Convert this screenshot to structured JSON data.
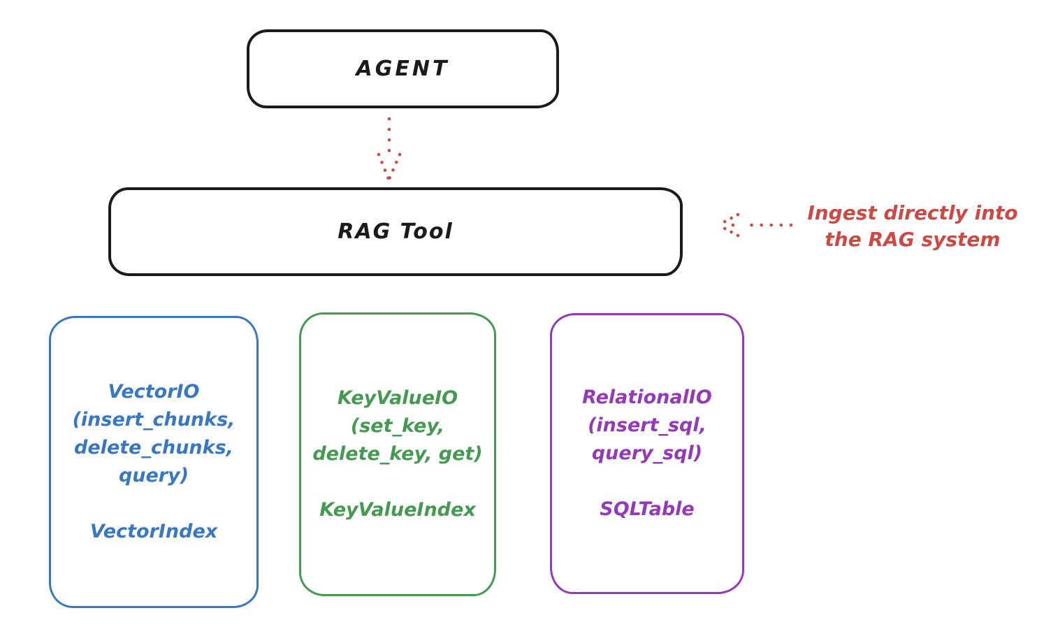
{
  "diagram": {
    "nodes": {
      "agent": {
        "label": "AGENT"
      },
      "rag_tool": {
        "label": "RAG Tool"
      }
    },
    "annotation": {
      "line1": "Ingest directly into",
      "line2": "the RAG system"
    },
    "io_boxes": [
      {
        "id": "vector-io",
        "color": "#3878c2",
        "lines": [
          "VectorIO",
          "(insert_chunks,",
          "delete_chunks,",
          "query)"
        ],
        "index_label": "VectorIndex"
      },
      {
        "id": "keyvalue-io",
        "color": "#449a51",
        "lines": [
          "KeyValueIO",
          "(set_key,",
          "delete_key, get)"
        ],
        "index_label": "KeyValueIndex"
      },
      {
        "id": "relational-io",
        "color": "#9539b8",
        "lines": [
          "RelationalIO",
          "(insert_sql,",
          "query_sql)"
        ],
        "index_label": "SQLTable"
      }
    ],
    "colors": {
      "ink": "#1b1b1b",
      "accent_red": "#cf4842",
      "vector_blue": "#3878c2",
      "keyvalue_green": "#449a51",
      "relational_purple": "#9539b8"
    }
  }
}
